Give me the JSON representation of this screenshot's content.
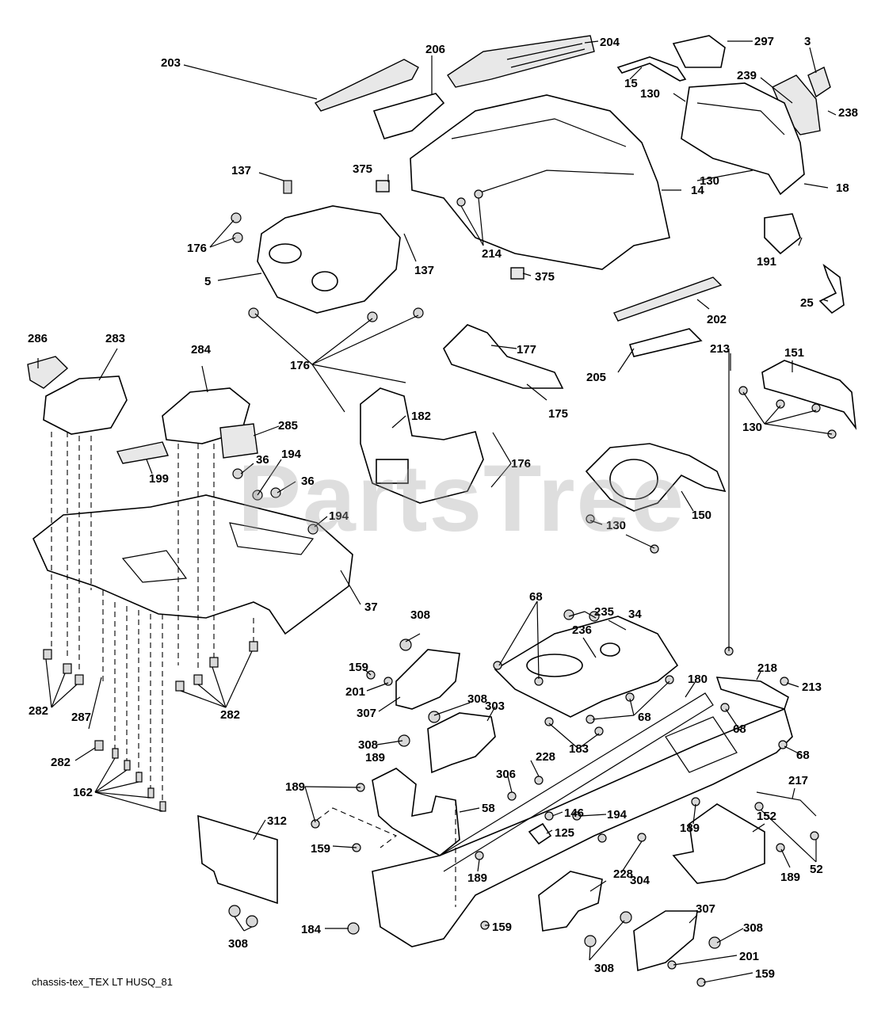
{
  "watermark": "PartsTree",
  "caption": "chassis-tex_TEX LT HUSQ_81",
  "labels": {
    "l3": "3",
    "l5": "5",
    "l14": "14",
    "l15": "15",
    "l18": "18",
    "l25": "25",
    "l34": "34",
    "l36a": "36",
    "l36b": "36",
    "l37": "37",
    "l52": "52",
    "l58": "58",
    "l68a": "68",
    "l68b": "68",
    "l68c": "68",
    "l68d": "68",
    "l125": "125",
    "l130a": "130",
    "l130b": "130",
    "l130c": "130",
    "l130d": "130",
    "l137a": "137",
    "l137b": "137",
    "l146": "146",
    "l150": "150",
    "l151": "151",
    "l152": "152",
    "l159a": "159",
    "l159b": "159",
    "l159c": "159",
    "l159d": "159",
    "l162": "162",
    "l175": "175",
    "l176a": "176",
    "l176b": "176",
    "l176c": "176",
    "l177": "177",
    "l180": "180",
    "l182": "182",
    "l183": "183",
    "l184": "184",
    "l189a": "189",
    "l189b": "189",
    "l189c": "189",
    "l189d": "189",
    "l189e": "189",
    "l191": "191",
    "l194a": "194",
    "l194b": "194",
    "l194c": "194",
    "l199": "199",
    "l201a": "201",
    "l201b": "201",
    "l202": "202",
    "l203": "203",
    "l204": "204",
    "l205": "205",
    "l206": "206",
    "l213a": "213",
    "l213b": "213",
    "l214": "214",
    "l217": "217",
    "l218": "218",
    "l228a": "228",
    "l228b": "228",
    "l235": "235",
    "l236": "236",
    "l238": "238",
    "l239": "239",
    "l282a": "282",
    "l282b": "282",
    "l282c": "282",
    "l283": "283",
    "l284": "284",
    "l285": "285",
    "l286": "286",
    "l287": "287",
    "l297": "297",
    "l303": "303",
    "l304": "304",
    "l306": "306",
    "l307a": "307",
    "l307b": "307",
    "l308a": "308",
    "l308b": "308",
    "l308c": "308",
    "l308d": "308",
    "l308e": "308",
    "l308f": "308",
    "l312": "312",
    "l375a": "375",
    "l375b": "375"
  }
}
